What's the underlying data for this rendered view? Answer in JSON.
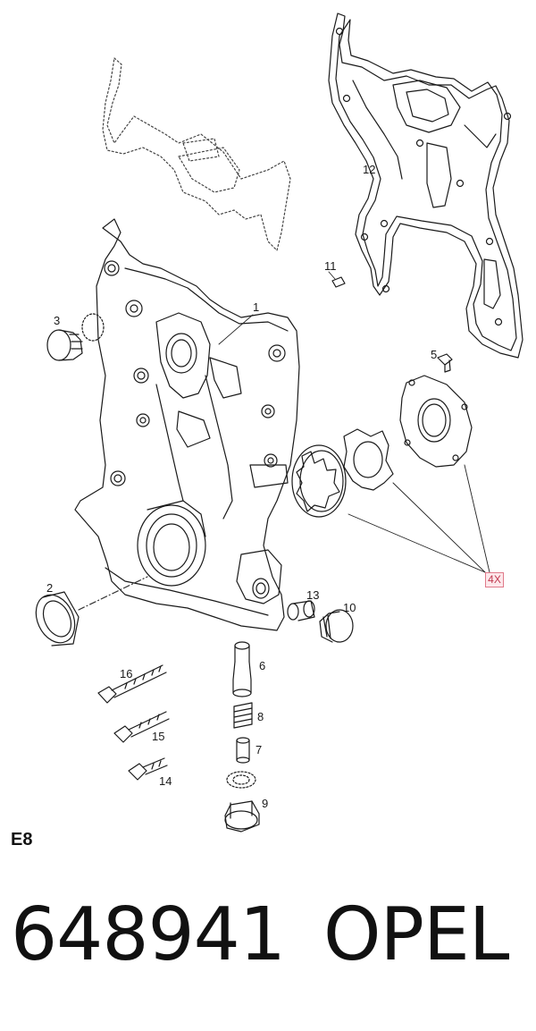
{
  "diagram": {
    "callouts": [
      "1",
      "2",
      "3",
      "5",
      "6",
      "7",
      "8",
      "9",
      "10",
      "11",
      "12",
      "13",
      "14",
      "15",
      "16"
    ],
    "multiplier": "4X"
  },
  "footer": {
    "section_code": "E8",
    "part_number": "648941",
    "brand": "OPEL"
  }
}
